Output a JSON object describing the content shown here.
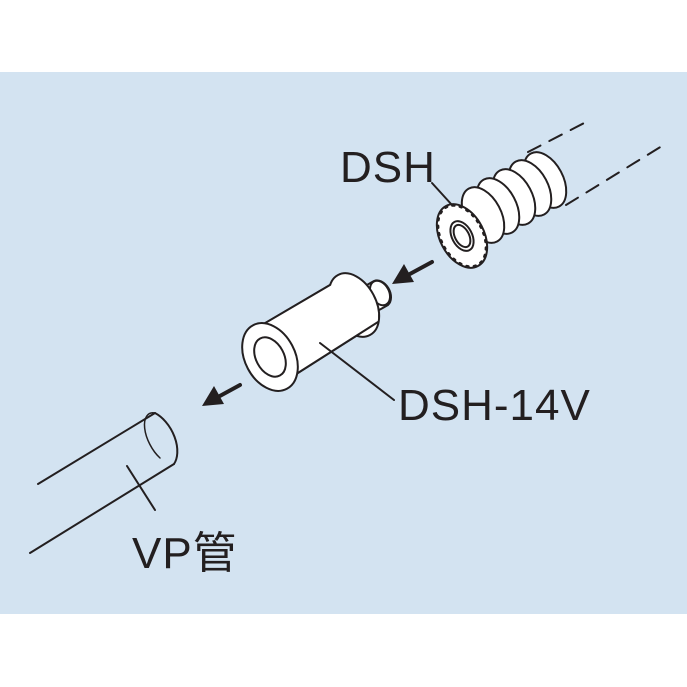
{
  "diagram": {
    "labels": {
      "dsh": "DSH",
      "dsh_14v": "DSH-14V",
      "vp_pipe": "VP管"
    },
    "colors": {
      "background": "#d3e3f1",
      "line": "#231f20",
      "part_fill": "#ffffff"
    }
  }
}
